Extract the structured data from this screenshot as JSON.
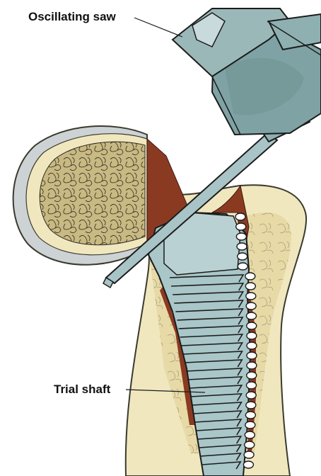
{
  "labels": {
    "oscillating_saw": "Oscillating saw",
    "trial_shaft": "Trial shaft"
  },
  "colors": {
    "bone": "#f1e7bf",
    "bone_edge": "#3a3a2e",
    "cancellous": "#c4b27a",
    "cartilage": "#cdd2d4",
    "cut_surface": "#8b3a22",
    "saw_metal": "#8fb0b0",
    "saw_dark": "#6f9395",
    "implant": "#a9c6c8",
    "outline": "#1c1c1c"
  },
  "icons": [
    "femoral-head",
    "femur-bone",
    "oscillating-saw",
    "trial-shaft-implant"
  ]
}
